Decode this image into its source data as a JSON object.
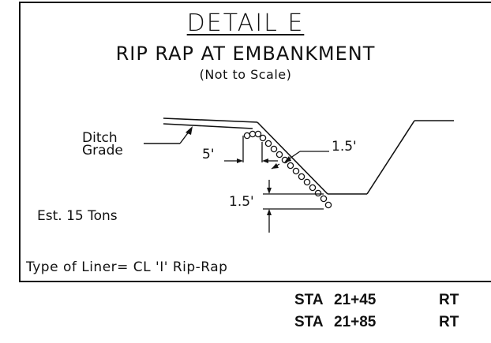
{
  "detail": {
    "title": "DETAIL E",
    "subtitle": "RIP RAP AT EMBANKMENT",
    "scale_note": "(Not to Scale)",
    "ditch_label": "Ditch\nGrade",
    "dim_width": "5'",
    "dim_thickness": "1.5'",
    "dim_depth": "1.5'",
    "estimate": "Est. 15 Tons",
    "liner_type": "Type of Liner= CL 'I' Rip-Rap"
  },
  "stations": [
    {
      "prefix": "STA",
      "value": "21+45",
      "side": "RT"
    },
    {
      "prefix": "STA",
      "value": "21+85",
      "side": "RT"
    }
  ]
}
